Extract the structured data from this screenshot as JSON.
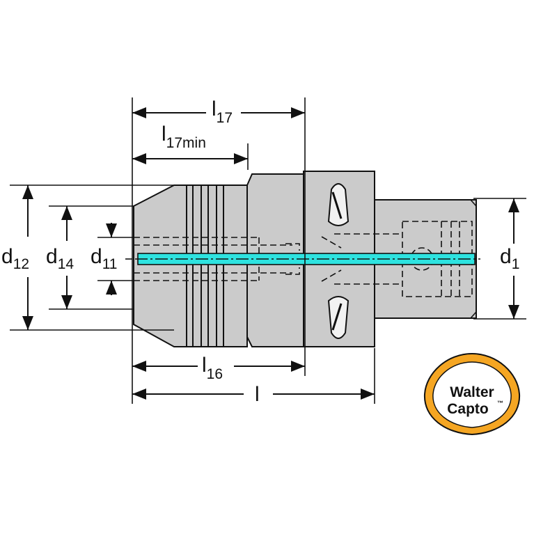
{
  "labels": {
    "l17": {
      "main": "l",
      "sub": "17"
    },
    "l17min": {
      "main": "l",
      "sub": "17min"
    },
    "l16": {
      "main": "l",
      "sub": "16"
    },
    "l": {
      "main": "l"
    },
    "d12": {
      "main": "d",
      "sub": "12"
    },
    "d14": {
      "main": "d",
      "sub": "14"
    },
    "d11": {
      "main": "d",
      "sub": "11"
    },
    "d1": {
      "main": "d",
      "sub": "1"
    }
  },
  "logo": {
    "line1": "Walter",
    "line2": "Capto",
    "tm": "™"
  },
  "colors": {
    "body": "#cbcbcb",
    "coolant": "#2ee3e0",
    "logo_ring": "#f5a623",
    "outline": "#111111"
  }
}
